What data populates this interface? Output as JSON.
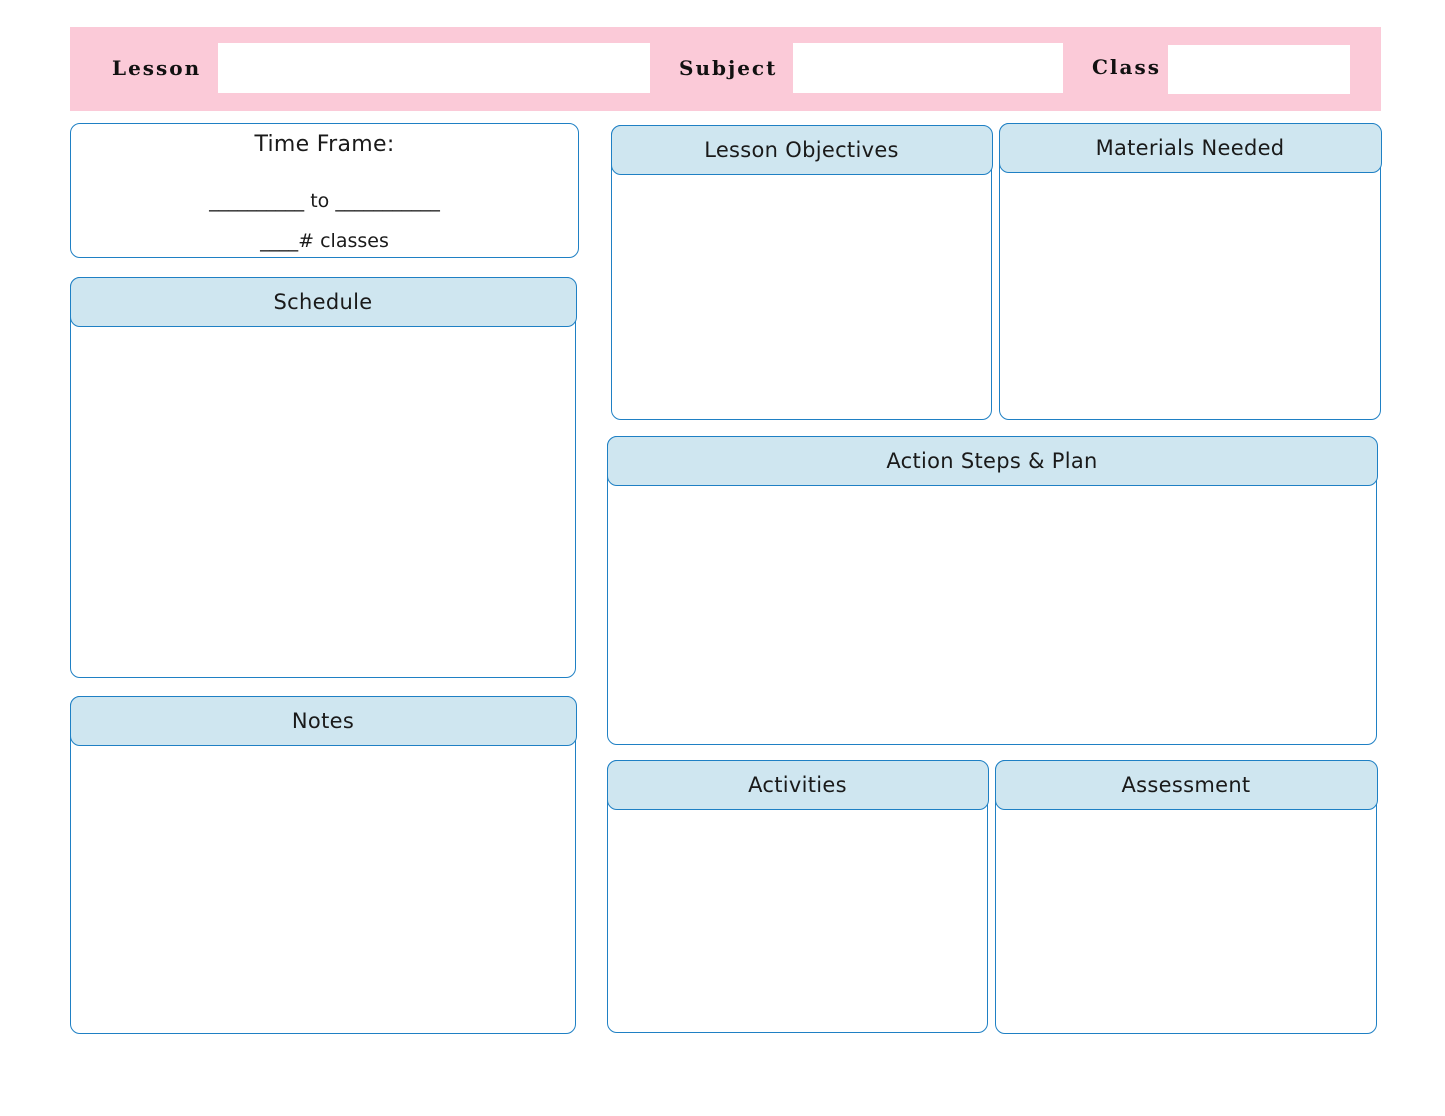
{
  "header": {
    "lesson_label": "Lesson",
    "lesson_value": "",
    "subject_label": "Subject",
    "subject_value": "",
    "class_label": "Class",
    "class_value": ""
  },
  "time_frame": {
    "title": "Time Frame:",
    "range_line": "__________ to ___________",
    "classes_line": "____# classes"
  },
  "sections": {
    "schedule": "Schedule",
    "notes": "Notes",
    "lesson_objectives": "Lesson Objectives",
    "materials_needed": "Materials Needed",
    "action_steps": "Action Steps & Plan",
    "activities": "Activities",
    "assessment": "Assessment"
  },
  "colors": {
    "header_band": "#fbcad8",
    "box_border": "#1f80c4",
    "box_header_fill": "#cfe6f0"
  }
}
